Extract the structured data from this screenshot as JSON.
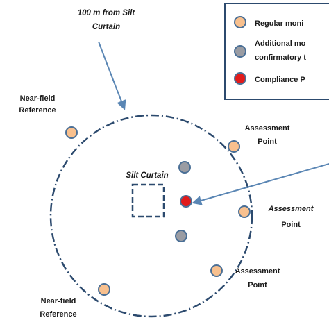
{
  "annotations": {
    "hundred_m_line1": "100 m from Silt",
    "hundred_m_line2": "Curtain",
    "silt_curtain": "Silt Curtain",
    "near_field_top_line1": "Near-field",
    "near_field_top_line2": "Reference",
    "near_field_bottom_line1": "Near-field",
    "near_field_bottom_line2": "Reference",
    "assessment_1_line1": "Assessment",
    "assessment_1_line2": "Point",
    "assessment_2_line1": "Assessment",
    "assessment_2_line2": "Point",
    "assessment_3_line1": "Assessment",
    "assessment_3_line2": "Point"
  },
  "legend": {
    "items": [
      {
        "label": "Regular moni",
        "color": "#f8c08e"
      },
      {
        "label": "Additional mo",
        "label_line2": "confirmatory t",
        "color": "#9a9ca3"
      },
      {
        "label": "Compliance P",
        "color": "#e11b1b"
      }
    ]
  },
  "colors": {
    "regular": "#f8c08e",
    "additional": "#9a9ca3",
    "compliance": "#e11b1b",
    "ring": "#2c4a6e",
    "arrow": "#5a86b4",
    "legend_border": "#2c4a6e"
  }
}
